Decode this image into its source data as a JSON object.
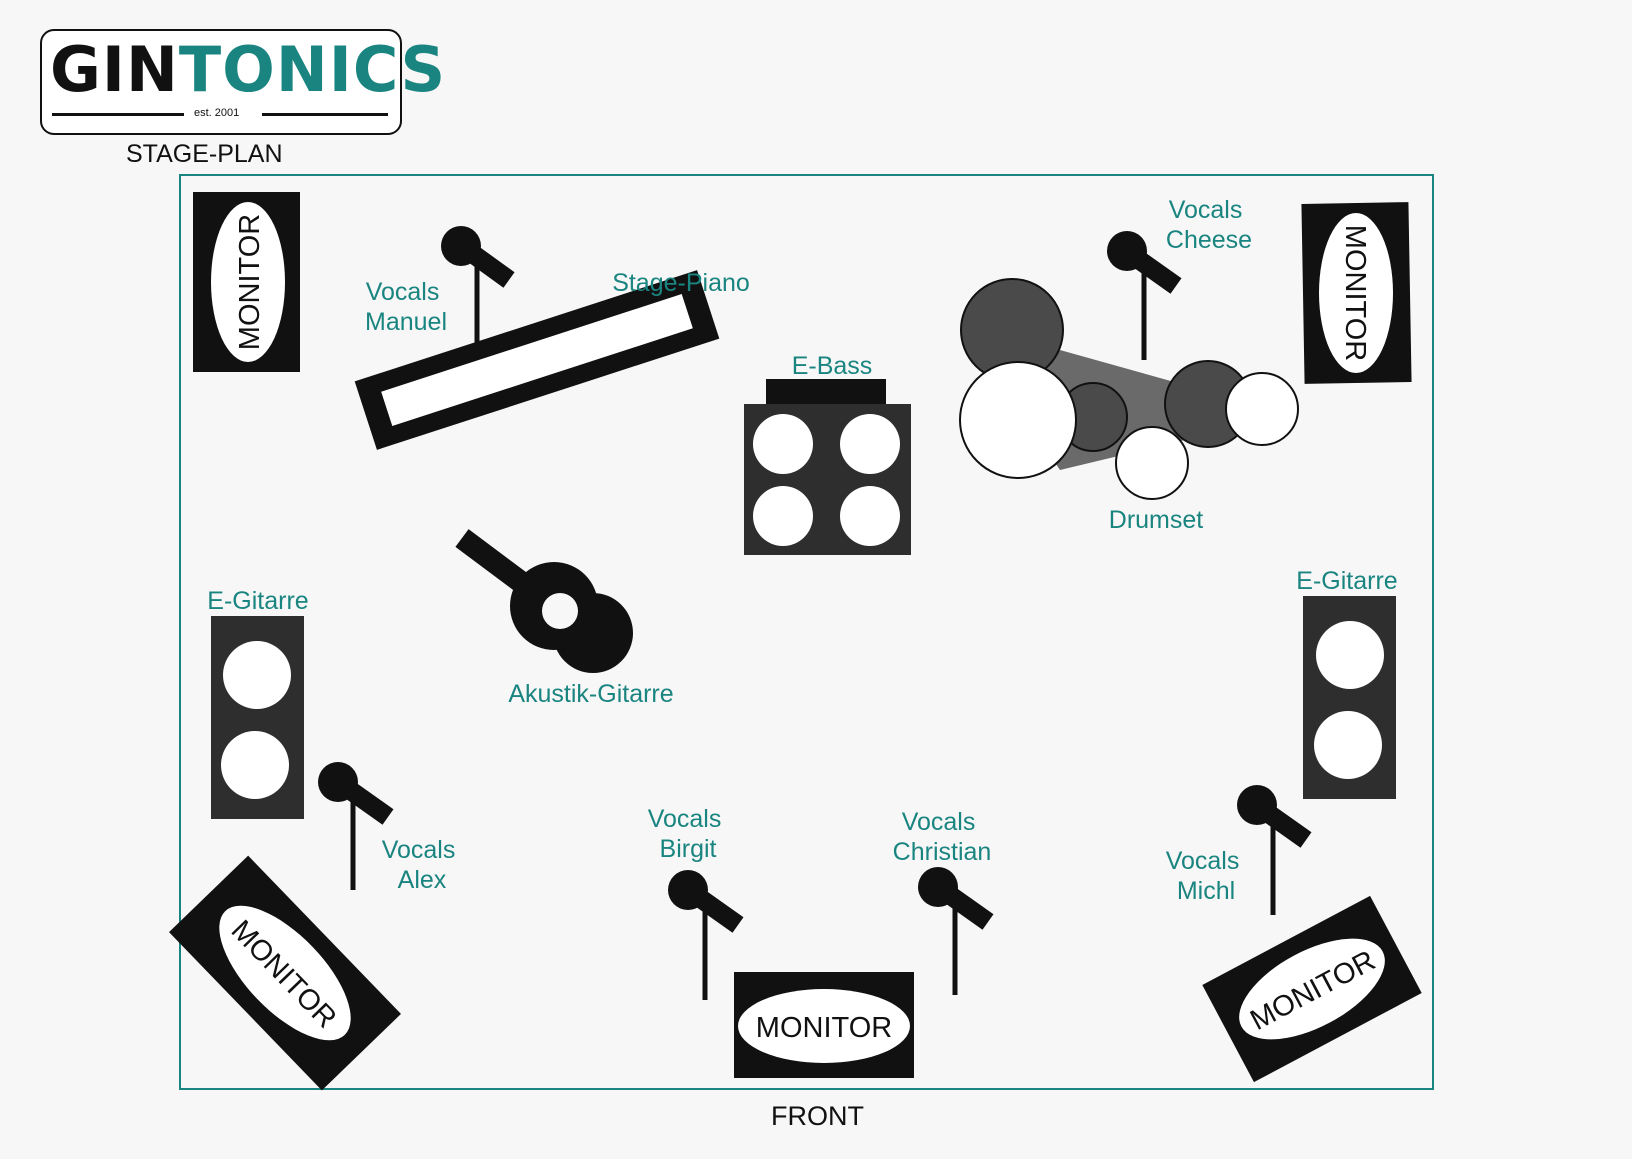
{
  "logo": {
    "word_a": "GIN",
    "word_b": "TONICS",
    "est": "est. 2001"
  },
  "header": {
    "title": "STAGE-PLAN"
  },
  "footer": {
    "front": "FRONT"
  },
  "labels": {
    "vocals_manuel": [
      "Vocals",
      "Manuel"
    ],
    "stage_piano": "Stage-Piano",
    "e_bass": "E-Bass",
    "vocals_cheese": [
      "Vocals",
      "Cheese"
    ],
    "drumset": "Drumset",
    "e_gitarre_left": "E-Gitarre",
    "e_gitarre_right": "E-Gitarre",
    "akustik_gitarre": "Akustik-Gitarre",
    "vocals_alex": [
      "Vocals",
      "Alex"
    ],
    "vocals_birgit": [
      "Vocals",
      "Birgit"
    ],
    "vocals_christian": [
      "Vocals",
      "Christian"
    ],
    "vocals_michl": [
      "Vocals",
      "Michl"
    ],
    "monitor": "MONITOR"
  },
  "colors": {
    "accent": "#1a8580",
    "ink": "#111111",
    "amp": "#2e2e2e"
  }
}
